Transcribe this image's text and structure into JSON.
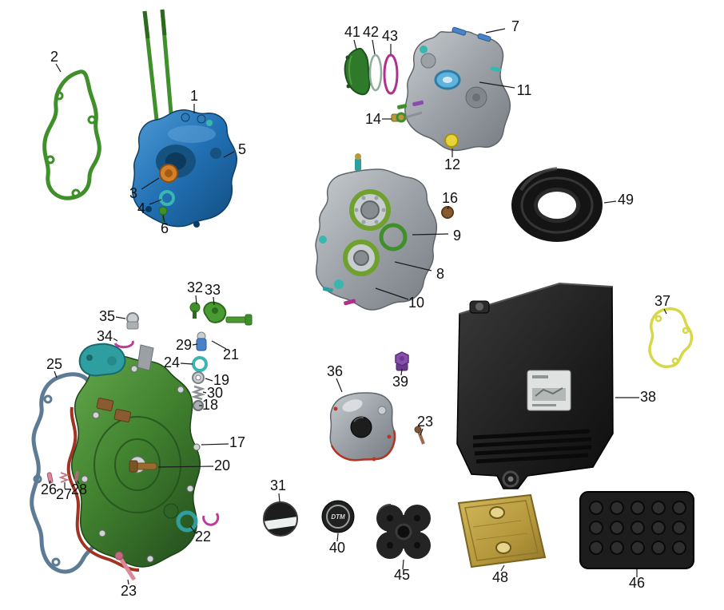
{
  "diagram": {
    "type": "exploded-parts-diagram",
    "callouts": [
      {
        "label": "2"
      },
      {
        "label": "1"
      },
      {
        "label": "5"
      },
      {
        "label": "3"
      },
      {
        "label": "4"
      },
      {
        "label": "6"
      },
      {
        "label": "41"
      },
      {
        "label": "42"
      },
      {
        "label": "43"
      },
      {
        "label": "7"
      },
      {
        "label": "11"
      },
      {
        "label": "14"
      },
      {
        "label": "12"
      },
      {
        "label": "16"
      },
      {
        "label": "9"
      },
      {
        "label": "8"
      },
      {
        "label": "10"
      },
      {
        "label": "49"
      },
      {
        "label": "32"
      },
      {
        "label": "33"
      },
      {
        "label": "35"
      },
      {
        "label": "34"
      },
      {
        "label": "29"
      },
      {
        "label": "24"
      },
      {
        "label": "21"
      },
      {
        "label": "25"
      },
      {
        "label": "19"
      },
      {
        "label": "30"
      },
      {
        "label": "18"
      },
      {
        "label": "17"
      },
      {
        "label": "20"
      },
      {
        "label": "36"
      },
      {
        "label": "39"
      },
      {
        "label": "23"
      },
      {
        "label": "37"
      },
      {
        "label": "38"
      },
      {
        "label": "26"
      },
      {
        "label": "27"
      },
      {
        "label": "28"
      },
      {
        "label": "31"
      },
      {
        "label": "22"
      },
      {
        "label": "23"
      },
      {
        "label": "40"
      },
      {
        "label": "45"
      },
      {
        "label": "48"
      },
      {
        "label": "46"
      }
    ],
    "cap_logo": "DTM"
  },
  "colors": {
    "label": "#111111",
    "green_gasket": "#3f8f2a",
    "bluegray_gasket": "#5d7b94",
    "yellow_gasket": "#d6d848",
    "blue_case": "#2170b3",
    "gray_case": "#a4a9ad",
    "green_cover": "#41822f",
    "black_plastic": "#1d1d1d",
    "gold_plate": "#b5973c",
    "magenta": "#c03a9a",
    "teal": "#2f9ea0",
    "orange": "#d47f2a",
    "purple": "#8a4fae",
    "yellow_plug": "#e8d23a",
    "blue_bearing": "#5fb3dc"
  }
}
